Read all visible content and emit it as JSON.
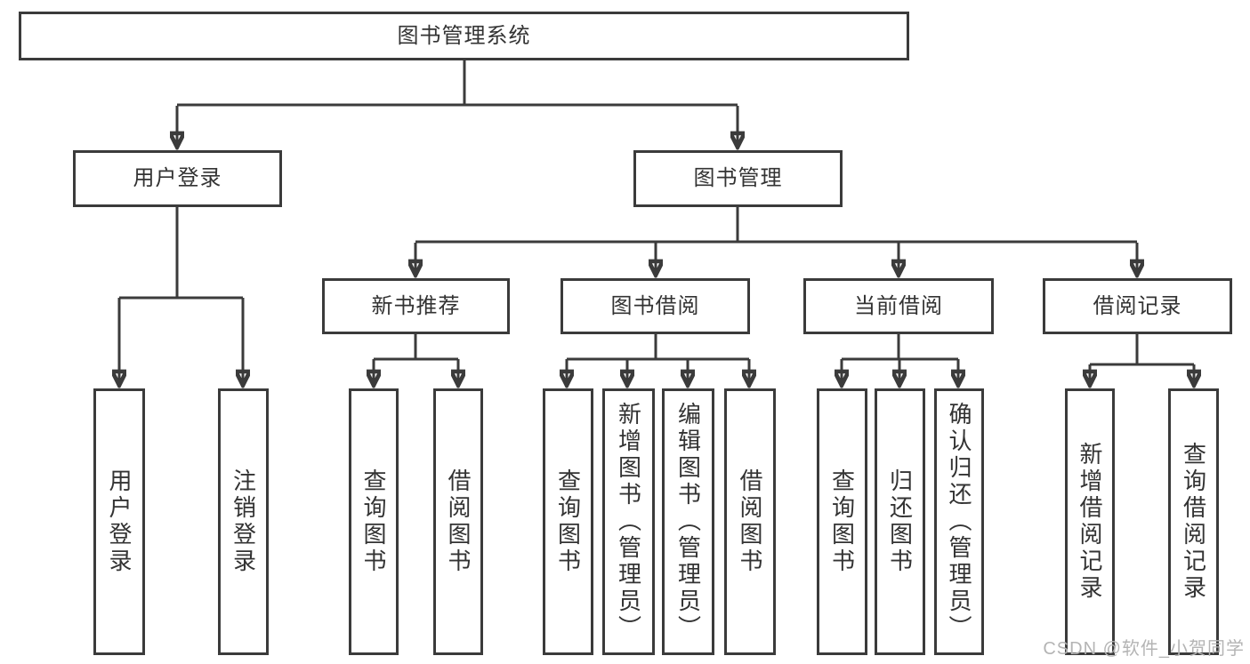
{
  "tree": {
    "label": "图书管理系统",
    "children": [
      {
        "label": "用户登录",
        "children": [
          {
            "label": "用户登录"
          },
          {
            "label": "注销登录"
          }
        ]
      },
      {
        "label": "图书管理",
        "children": [
          {
            "label": "新书推荐",
            "children": [
              {
                "label": "查询图书"
              },
              {
                "label": "借阅图书"
              }
            ]
          },
          {
            "label": "图书借阅",
            "children": [
              {
                "label": "查询图书"
              },
              {
                "label": "新增图书（管理员）"
              },
              {
                "label": "编辑图书（管理员）"
              },
              {
                "label": "借阅图书"
              }
            ]
          },
          {
            "label": "当前借阅",
            "children": [
              {
                "label": "查询图书"
              },
              {
                "label": "归还图书"
              },
              {
                "label": "确认归还（管理员）"
              }
            ]
          },
          {
            "label": "借阅记录",
            "children": [
              {
                "label": "新增借阅记录"
              },
              {
                "label": "查询借阅记录"
              }
            ]
          }
        ]
      }
    ]
  },
  "watermark": {
    "text": "CSDN @软件_小贺同学"
  },
  "colors": {
    "line": "#3b3b3b",
    "text": "#333333",
    "box-bg": "#ffffff",
    "watermark": "#b4b4b4",
    "background": "#ffffff"
  }
}
